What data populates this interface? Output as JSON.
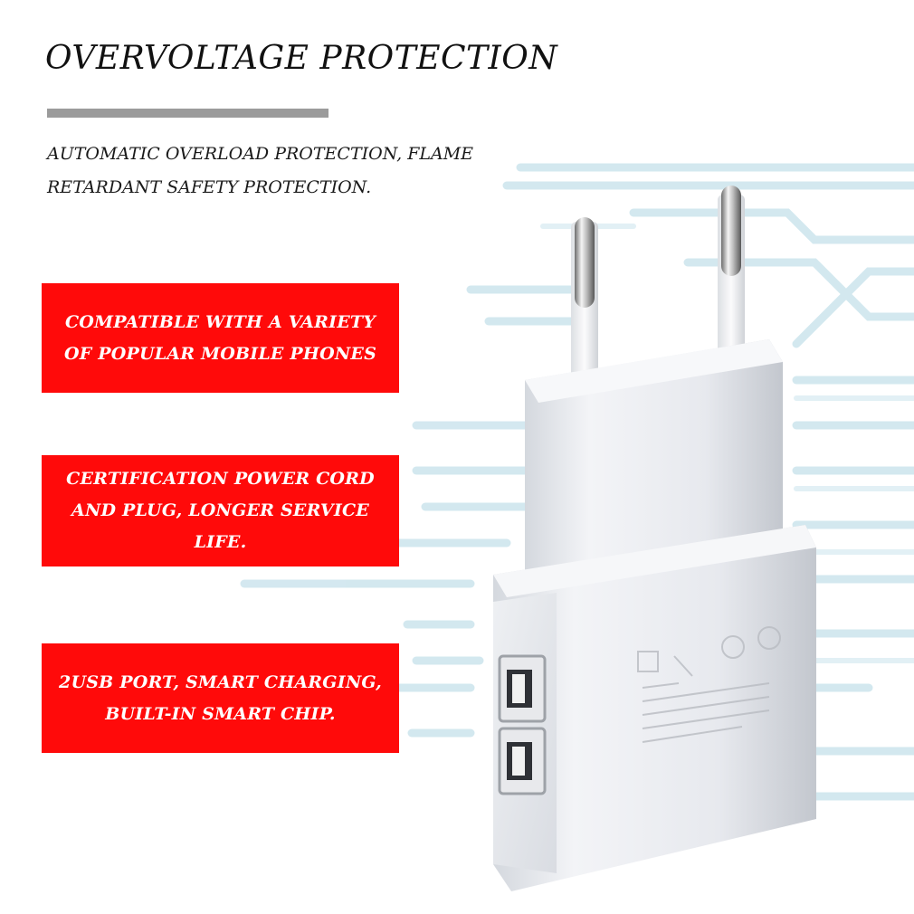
{
  "headline": "OVERVOLTAGE PROTECTION",
  "subtitle": "AUTOMATIC OVERLOAD PROTECTION, FLAME RETARDANT SAFETY PROTECTION.",
  "features": [
    {
      "text": "COMPATIBLE WITH A VARIETY OF POPULAR MOBILE PHONES"
    },
    {
      "text": "CERTIFICATION POWER CORD AND PLUG, LONGER SERVICE LIFE."
    },
    {
      "text": "2USB PORT, SMART CHARGING, BUILT-IN SMART CHIP."
    }
  ],
  "product": {
    "name": "white dual USB EU travel adapter",
    "icon": "usb-charger-icon"
  },
  "colors": {
    "feature_bg": "#ff0a0a",
    "feature_text": "#ffffff",
    "headline_text": "#111111",
    "rule": "#9b9b9b",
    "circuit_lines": "#cfe6ee"
  }
}
